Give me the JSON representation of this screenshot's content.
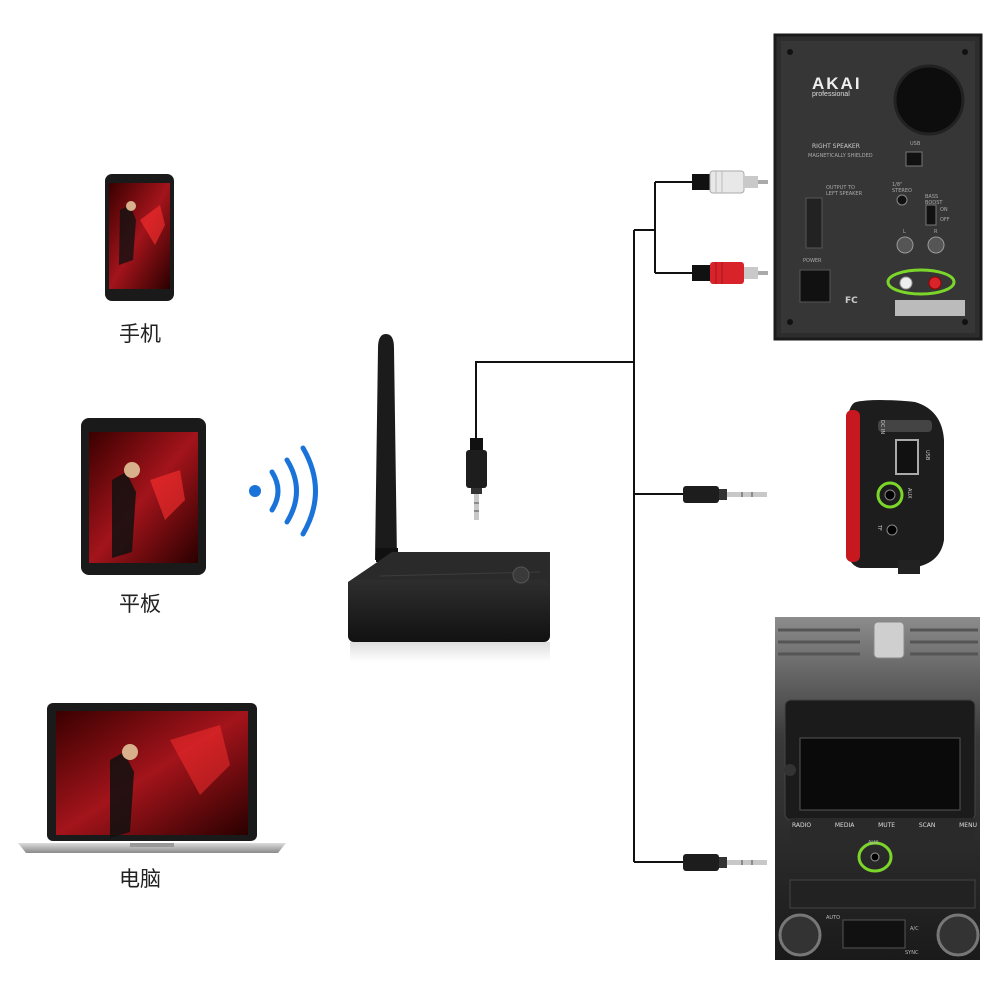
{
  "sources": [
    {
      "label": "手机"
    },
    {
      "label": "平板"
    },
    {
      "label": "电脑"
    }
  ],
  "speaker": {
    "brand": "AKAI",
    "brand_sub": "professional",
    "title": "RIGHT SPEAKER",
    "subtitle": "MAGNETICALLY SHIELDED",
    "output_label": "OUTPUT TO LEFT SPEAKER",
    "usb_label": "USB",
    "stereo_label": "1/8\" STEREO",
    "bass_label": "BASS BOOST",
    "on_label": "ON",
    "off_label": "OFF",
    "power_label": "POWER",
    "l_label": "L",
    "r_label": "R",
    "fc_label": "FC"
  },
  "portable": {
    "dc_label": "DC IN",
    "usb_label": "USB",
    "aux_label": "AUX",
    "tf_label": "TF"
  },
  "car": {
    "buttons": [
      "RADIO",
      "MEDIA",
      "MUTE",
      "SCAN",
      "MENU"
    ],
    "aux_label": "AUX",
    "auto_label": "AUTO",
    "ac_label": "A/C",
    "sync_label": "SYNC"
  },
  "colors": {
    "wave": "#1a73d9",
    "highlight": "#7cd62a",
    "rca_red": "#d8232a",
    "rca_white": "#e8e8e8",
    "device": "#1c1c1c",
    "wire": "#111111"
  }
}
